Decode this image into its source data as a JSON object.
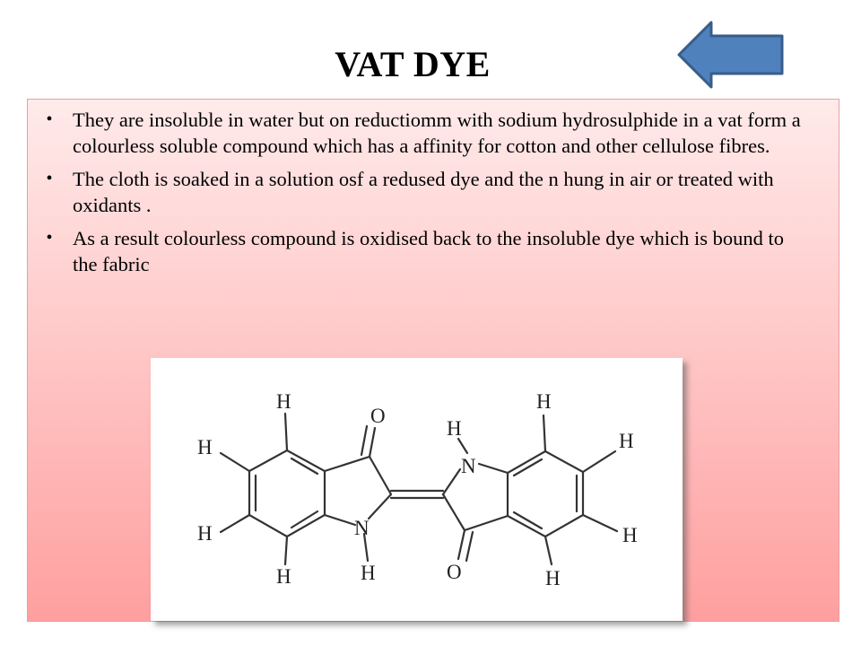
{
  "slide": {
    "title": "VAT DYE",
    "bullets": [
      "They are insoluble in water but on reductiomm with sodium hydrosulphide in a vat form a colourless soluble compound which has a affinity for cotton and other cellulose fibres.",
      "The cloth is soaked in a solution osf a redused dye and the n hung in air or treated with oxidants .",
      "As a result colourless compound is oxidised back to the insoluble dye which is bound to the fabric"
    ],
    "bullet_glyph": "•"
  },
  "navigation": {
    "back_icon": "left-arrow-icon",
    "arrow_fill": "#4f81bd",
    "arrow_stroke": "#385d8a"
  },
  "structure": {
    "atoms": {
      "hydrogen": "H",
      "nitrogen": "N",
      "oxygen": "O"
    }
  },
  "colors": {
    "box_gradient_top": "#ffeaea",
    "box_gradient_bottom": "#ff9f9f",
    "box_border": "#e8a0a0"
  }
}
